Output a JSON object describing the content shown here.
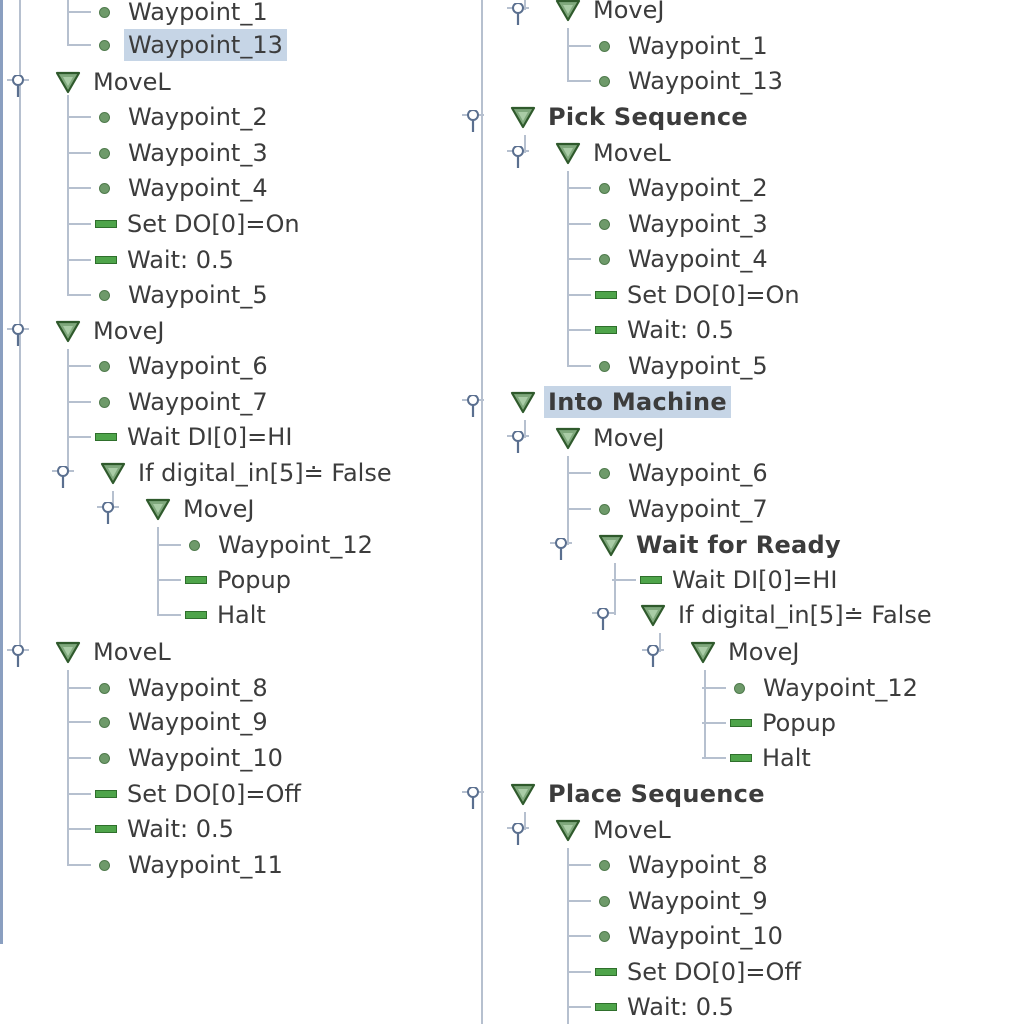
{
  "colors": {
    "tree_line": "#b6c0cf",
    "selection": "#c6d5e6",
    "waypoint_dot": "#6e9a6a",
    "command_bar": "#4ea44a",
    "move_triangle": "#3d6b3a",
    "left_border": "#8a9fc0"
  },
  "icons": {
    "move": "triangle-down-icon",
    "waypoint": "waypoint-dot-icon",
    "command": "command-bar-icon",
    "handle": "tree-handle-icon"
  },
  "left_tree": [
    {
      "label": "Waypoint_1",
      "kind": "waypoint"
    },
    {
      "label": "Waypoint_13",
      "kind": "waypoint",
      "selected": true
    },
    {
      "label": "MoveL",
      "kind": "move",
      "expandable": true
    },
    {
      "label": "Waypoint_2",
      "kind": "waypoint"
    },
    {
      "label": "Waypoint_3",
      "kind": "waypoint"
    },
    {
      "label": "Waypoint_4",
      "kind": "waypoint"
    },
    {
      "label": "Set DO[0]=On",
      "kind": "command"
    },
    {
      "label": "Wait: 0.5",
      "kind": "command"
    },
    {
      "label": "Waypoint_5",
      "kind": "waypoint"
    },
    {
      "label": "MoveJ",
      "kind": "move",
      "expandable": true
    },
    {
      "label": "Waypoint_6",
      "kind": "waypoint"
    },
    {
      "label": "Waypoint_7",
      "kind": "waypoint"
    },
    {
      "label": "Wait DI[0]=HI",
      "kind": "command"
    },
    {
      "label": "If digital_in[5]≐ False",
      "kind": "move",
      "expandable": true
    },
    {
      "label": "MoveJ",
      "kind": "move",
      "expandable": true
    },
    {
      "label": "Waypoint_12",
      "kind": "waypoint"
    },
    {
      "label": "Popup",
      "kind": "command"
    },
    {
      "label": "Halt",
      "kind": "command"
    },
    {
      "label": "MoveL",
      "kind": "move",
      "expandable": true
    },
    {
      "label": "Waypoint_8",
      "kind": "waypoint"
    },
    {
      "label": "Waypoint_9",
      "kind": "waypoint"
    },
    {
      "label": "Waypoint_10",
      "kind": "waypoint"
    },
    {
      "label": "Set DO[0]=Off",
      "kind": "command"
    },
    {
      "label": "Wait: 0.5",
      "kind": "command"
    },
    {
      "label": "Waypoint_11",
      "kind": "waypoint"
    }
  ],
  "right_tree": [
    {
      "label": "MoveJ",
      "kind": "move",
      "expandable": true
    },
    {
      "label": "Waypoint_1",
      "kind": "waypoint"
    },
    {
      "label": "Waypoint_13",
      "kind": "waypoint"
    },
    {
      "label": "Pick Sequence",
      "kind": "move",
      "expandable": true,
      "bold": true
    },
    {
      "label": "MoveL",
      "kind": "move",
      "expandable": true
    },
    {
      "label": "Waypoint_2",
      "kind": "waypoint"
    },
    {
      "label": "Waypoint_3",
      "kind": "waypoint"
    },
    {
      "label": "Waypoint_4",
      "kind": "waypoint"
    },
    {
      "label": "Set DO[0]=On",
      "kind": "command"
    },
    {
      "label": "Wait: 0.5",
      "kind": "command"
    },
    {
      "label": "Waypoint_5",
      "kind": "waypoint"
    },
    {
      "label": "Into Machine",
      "kind": "move",
      "expandable": true,
      "bold": true,
      "selected": true
    },
    {
      "label": "MoveJ",
      "kind": "move",
      "expandable": true
    },
    {
      "label": "Waypoint_6",
      "kind": "waypoint"
    },
    {
      "label": "Waypoint_7",
      "kind": "waypoint"
    },
    {
      "label": "Wait for Ready",
      "kind": "move",
      "expandable": true,
      "bold": true
    },
    {
      "label": "Wait DI[0]=HI",
      "kind": "command"
    },
    {
      "label": "If digital_in[5]≐ False",
      "kind": "move",
      "expandable": true
    },
    {
      "label": "MoveJ",
      "kind": "move",
      "expandable": true
    },
    {
      "label": "Waypoint_12",
      "kind": "waypoint"
    },
    {
      "label": "Popup",
      "kind": "command"
    },
    {
      "label": "Halt",
      "kind": "command"
    },
    {
      "label": "Place Sequence",
      "kind": "move",
      "expandable": true,
      "bold": true
    },
    {
      "label": "MoveL",
      "kind": "move",
      "expandable": true
    },
    {
      "label": "Waypoint_8",
      "kind": "waypoint"
    },
    {
      "label": "Waypoint_9",
      "kind": "waypoint"
    },
    {
      "label": "Waypoint_10",
      "kind": "waypoint"
    },
    {
      "label": "Set DO[0]=Off",
      "kind": "command"
    },
    {
      "label": "Wait: 0.5",
      "kind": "command"
    }
  ]
}
